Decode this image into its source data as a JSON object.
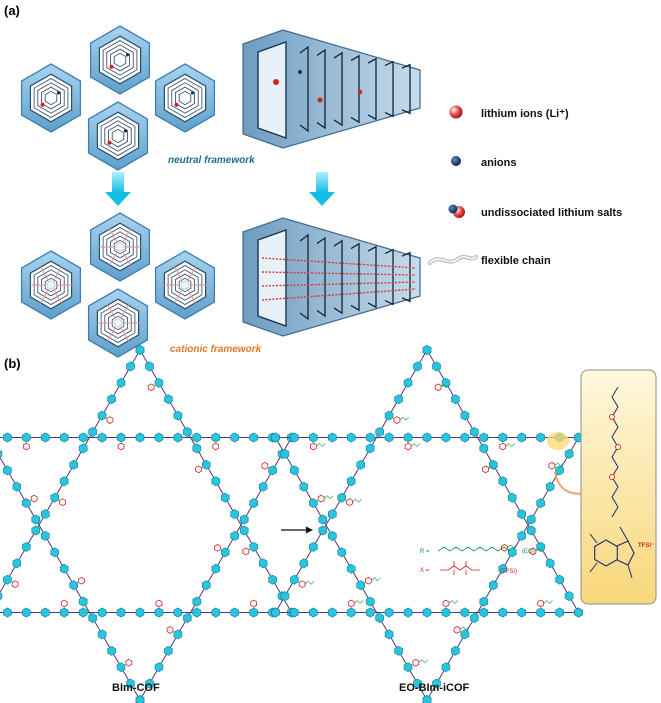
{
  "panels": {
    "a_label": "(a)",
    "b_label": "(b)"
  },
  "framework_labels": {
    "neutral": "neutral framework",
    "cationic": "cationic framework"
  },
  "legend": [
    {
      "label": "lithium ions (Li⁺)",
      "icon": "lithium-ion-icon"
    },
    {
      "label": "anions",
      "icon": "anion-icon"
    },
    {
      "label": "undissociated  lithium salts",
      "icon": "lithium-salt-icon"
    },
    {
      "label": "flexible chain",
      "icon": "flexible-chain-icon"
    }
  ],
  "cof_names": {
    "left": "BIm-COF",
    "right": "EO-BIm-iCOF"
  },
  "definitions": {
    "r_prefix": "R =",
    "r_suffix": "(EO)",
    "x_prefix": "X =",
    "x_suffix": "(TFSI)"
  },
  "inset": {
    "counterion": "TFSI⁻"
  },
  "colors": {
    "hex_fill": "#8ec3e6",
    "hex_stroke": "#3d7fb3",
    "node_cyan": "#29c4dd",
    "linker_red": "#d62020",
    "arrow_cyan": "#22c8e8",
    "inset_fill": "#fbe5a6"
  }
}
